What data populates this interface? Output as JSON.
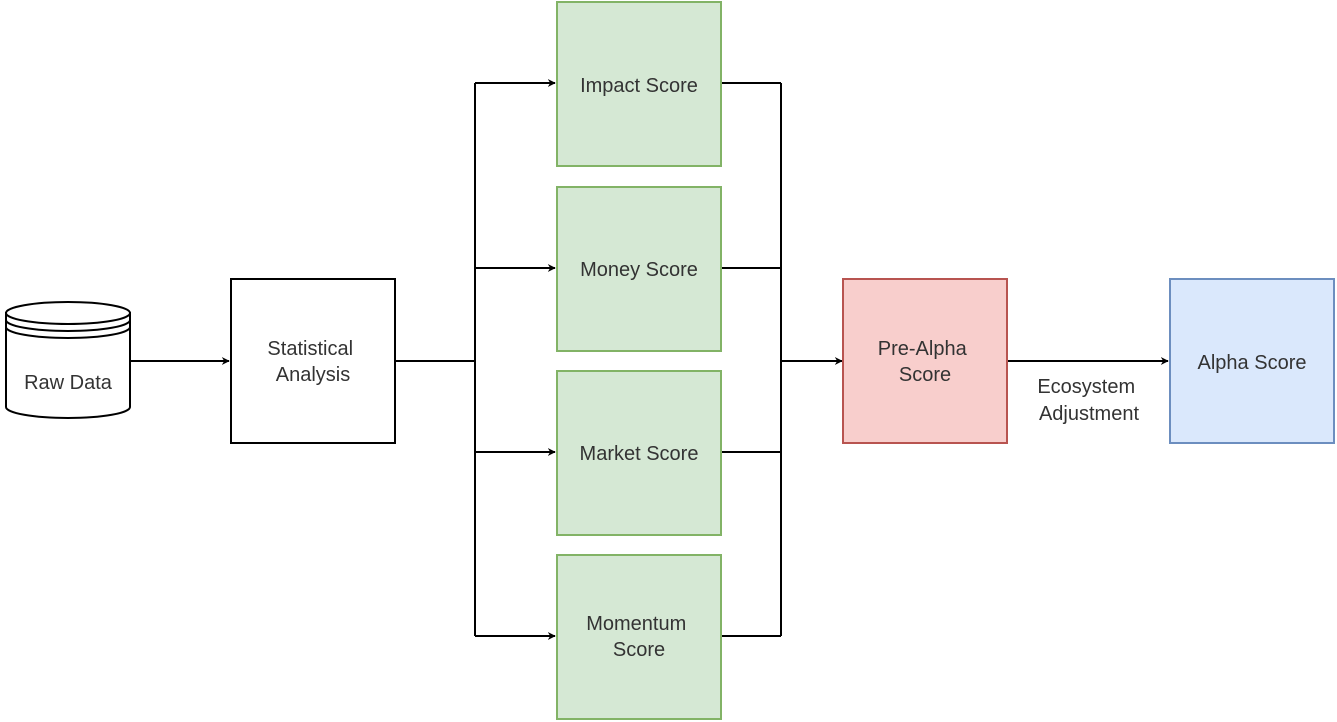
{
  "nodes": {
    "raw_data": {
      "lines": [
        "Raw Data"
      ],
      "fill": "#ffffff",
      "stroke": "#000000"
    },
    "statistical_analysis": {
      "lines": [
        "Statistical",
        "Analysis"
      ],
      "fill": "#ffffff",
      "stroke": "#000000"
    },
    "impact_score": {
      "lines": [
        "Impact Score"
      ],
      "fill": "#d5e8d4",
      "stroke": "#82b366"
    },
    "money_score": {
      "lines": [
        "Money Score"
      ],
      "fill": "#d5e8d4",
      "stroke": "#82b366"
    },
    "market_score": {
      "lines": [
        "Market Score"
      ],
      "fill": "#d5e8d4",
      "stroke": "#82b366"
    },
    "momentum_score": {
      "lines": [
        "Momentum",
        "Score"
      ],
      "fill": "#d5e8d4",
      "stroke": "#82b366"
    },
    "pre_alpha_score": {
      "lines": [
        "Pre-Alpha",
        "Score"
      ],
      "fill": "#f8cecc",
      "stroke": "#b85450"
    },
    "alpha_score": {
      "lines": [
        "Alpha Score"
      ],
      "fill": "#dae8fc",
      "stroke": "#6c8ebf"
    }
  },
  "edge_labels": {
    "ecosystem_adjustment": [
      "Ecosystem",
      "Adjustment"
    ]
  },
  "colors": {
    "edge": "#000000",
    "text": "#333333"
  }
}
